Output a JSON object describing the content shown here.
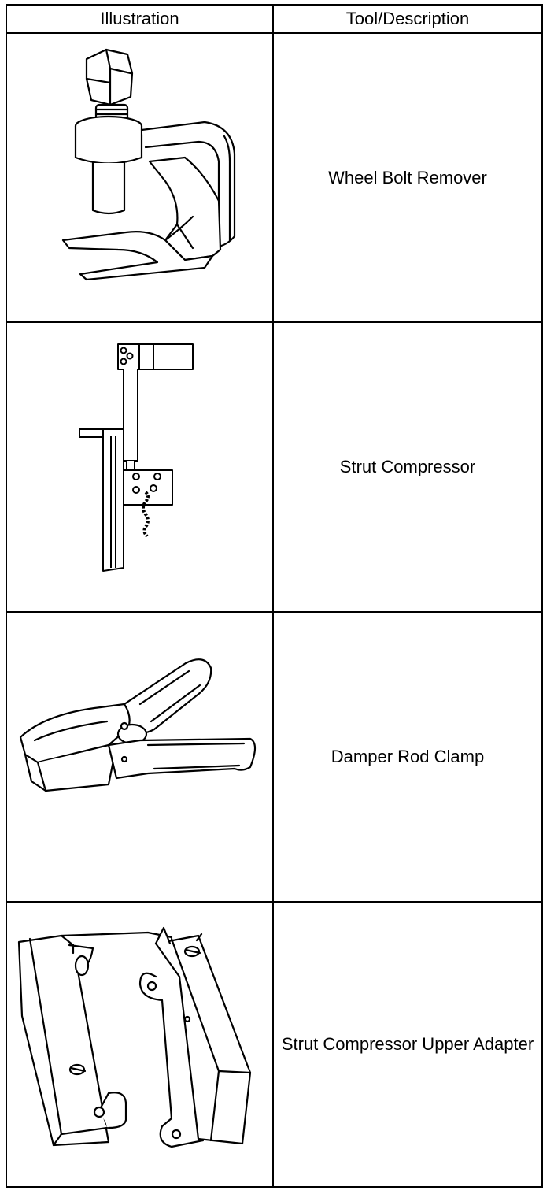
{
  "table": {
    "headers": {
      "illustration": "Illustration",
      "description": "Tool/Description"
    },
    "rows": [
      {
        "description": "Wheel Bolt Remover",
        "icon": "wheel-bolt-remover-icon"
      },
      {
        "description": "Strut Compressor",
        "icon": "strut-compressor-icon"
      },
      {
        "description": "Damper Rod Clamp",
        "icon": "damper-rod-clamp-icon"
      },
      {
        "description": "Strut Compressor Upper Adapter",
        "icon": "strut-compressor-upper-adapter-icon"
      }
    ]
  }
}
